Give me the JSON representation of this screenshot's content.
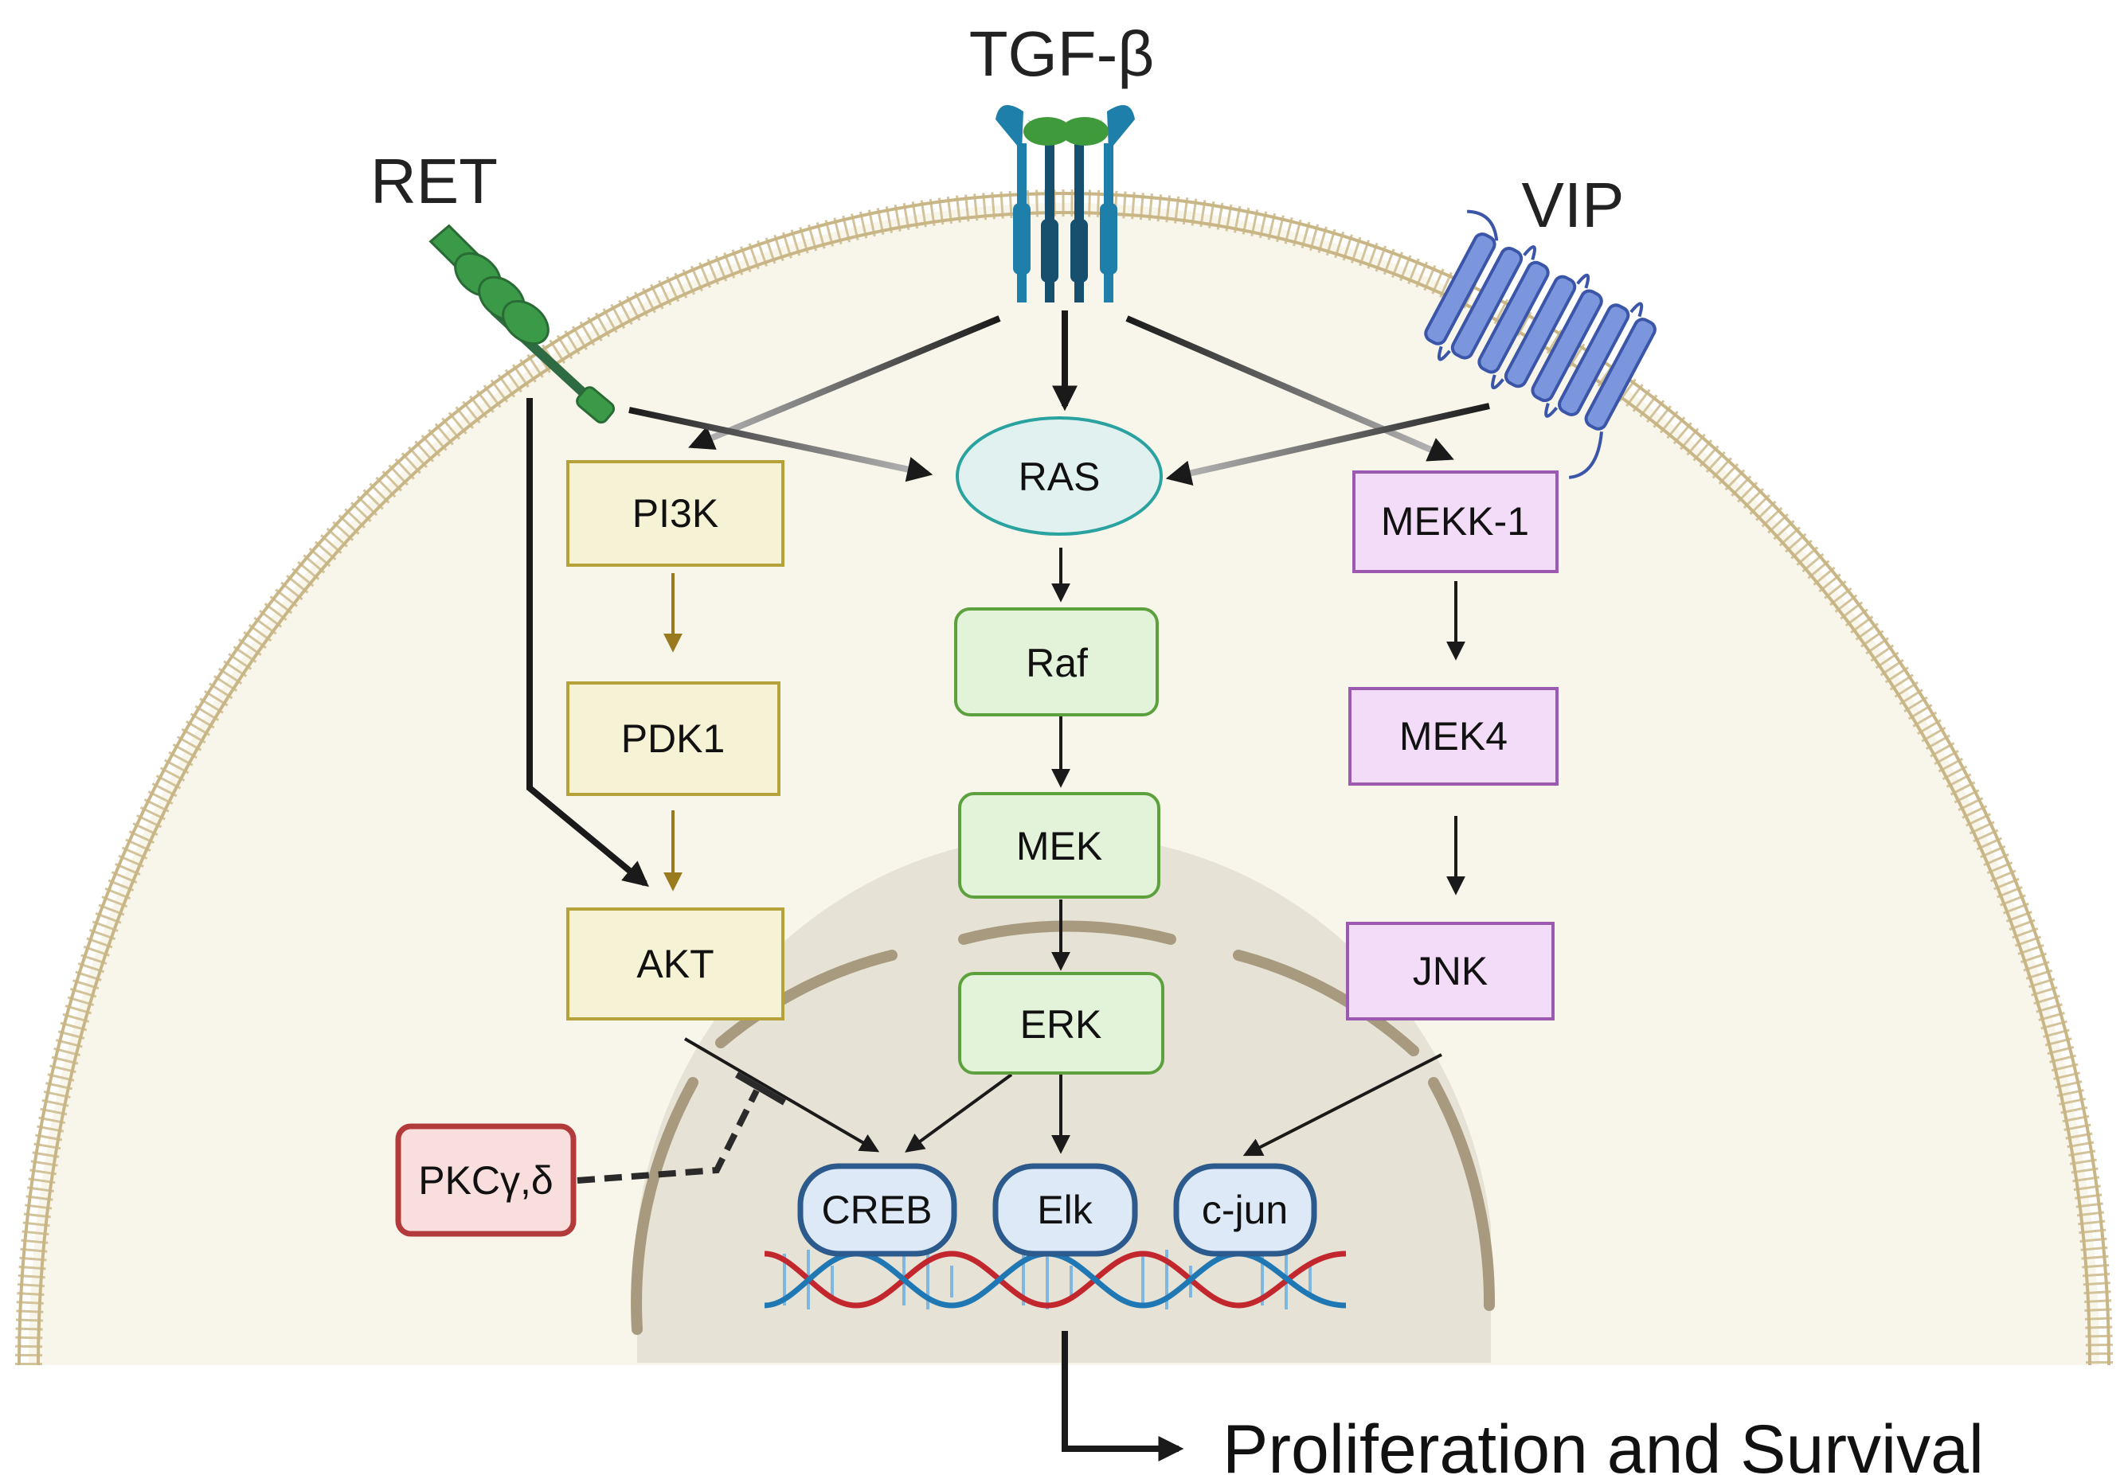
{
  "receptors": {
    "ret": "RET",
    "tgf": "TGF-β",
    "vip": "VIP"
  },
  "nodes": {
    "ras": "RAS",
    "pi3k": "PI3K",
    "pdk1": "PDK1",
    "akt": "AKT",
    "raf": "Raf",
    "mek": "MEK",
    "erk": "ERK",
    "mekk1": "MEKK-1",
    "mek4": "MEK4",
    "jnk": "JNK",
    "pkc": "PKCγ,δ",
    "creb": "CREB",
    "elk": "Elk",
    "cjun": "c-jun"
  },
  "output": "Proliferation and Survival",
  "colors": {
    "pi3k_fill": "#f6f2d5",
    "pi3k_stroke": "#b5a23a",
    "erk_fill": "#e3f3da",
    "erk_stroke": "#5ca13d",
    "jnk_fill": "#f3dcf8",
    "jnk_stroke": "#9b59b0",
    "ras_fill": "#e0f1f0",
    "ras_stroke": "#2aa3a0",
    "pkc_fill": "#f9dede",
    "pkc_stroke": "#b23a3a",
    "tf_fill": "#dde9f7",
    "tf_stroke": "#2c5a8c",
    "cell": "#f8f5ea",
    "membrane": "#c7b58a",
    "nucleus": "#e7e2d6",
    "nuclear_envelope": "#a89a7f"
  }
}
